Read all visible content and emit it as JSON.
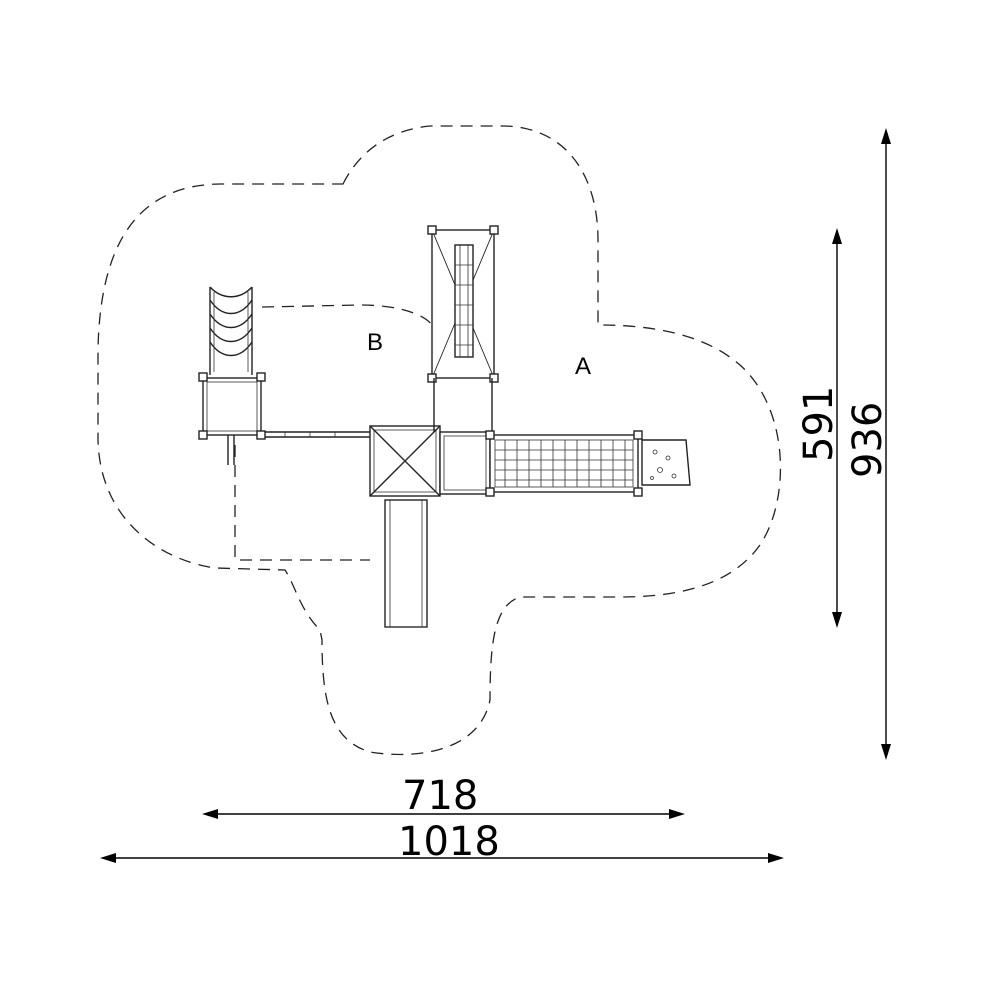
{
  "zones": {
    "a": "A",
    "b": "B"
  },
  "dimensions": {
    "inner_width": "718",
    "outer_width": "1018",
    "inner_height": "591",
    "outer_height": "936"
  },
  "colors": {
    "line": "#222222",
    "background": "#ffffff"
  }
}
